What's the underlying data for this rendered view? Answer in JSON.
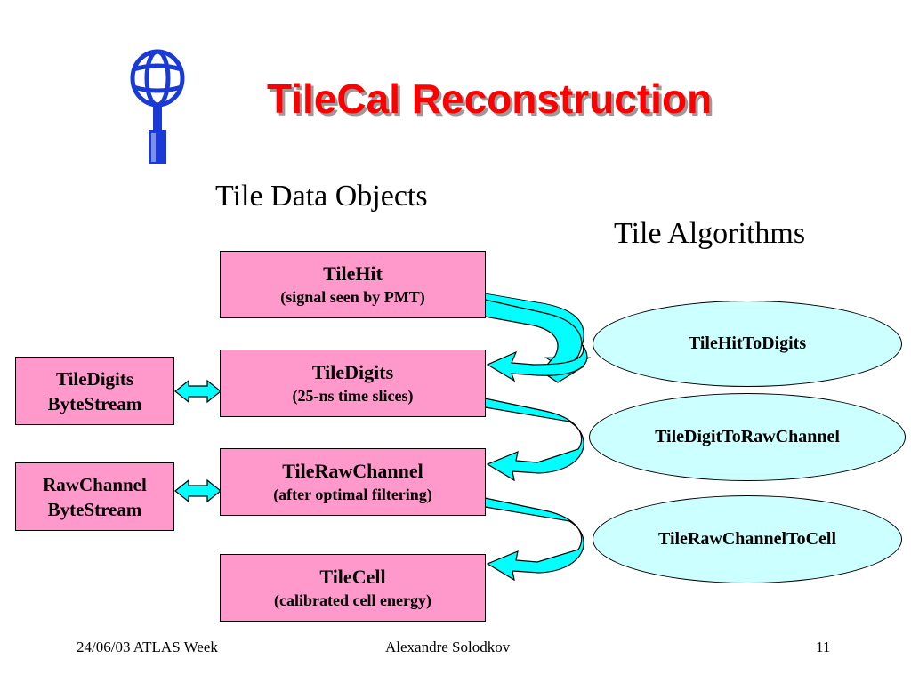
{
  "title": "TileCal Reconstruction",
  "headings": {
    "objects": "Tile Data Objects",
    "algorithms": "Tile Algorithms"
  },
  "objects": [
    {
      "name": "TileHit",
      "desc": "(signal seen by PMT)"
    },
    {
      "name": "TileDigits",
      "desc": "(25-ns time slices)"
    },
    {
      "name": "TileRawChannel",
      "desc": "(after optimal filtering)"
    },
    {
      "name": "TileCell",
      "desc": "(calibrated cell energy)"
    }
  ],
  "bytestreams": [
    {
      "line1": "TileDigits",
      "line2": "ByteStream"
    },
    {
      "line1": "RawChannel",
      "line2": "ByteStream"
    }
  ],
  "algorithms": [
    {
      "name": "TileHitToDigits"
    },
    {
      "name": "TileDigitToRawChannel"
    },
    {
      "name": "TileRawChannelToCell"
    }
  ],
  "footer": {
    "date_event": "24/06/03 ATLAS Week",
    "author": "Alexandre Solodkov",
    "page": "11"
  },
  "colors": {
    "title": "#ff0000",
    "box_fill": "#ff99cc",
    "ellipse_fill": "#ccffff",
    "arrow_fill": "#00ffff"
  },
  "icons": {
    "logo": "atlas-logo-icon",
    "curved_arrow": "curved-arrow-icon",
    "double_arrow": "double-arrow-icon"
  }
}
